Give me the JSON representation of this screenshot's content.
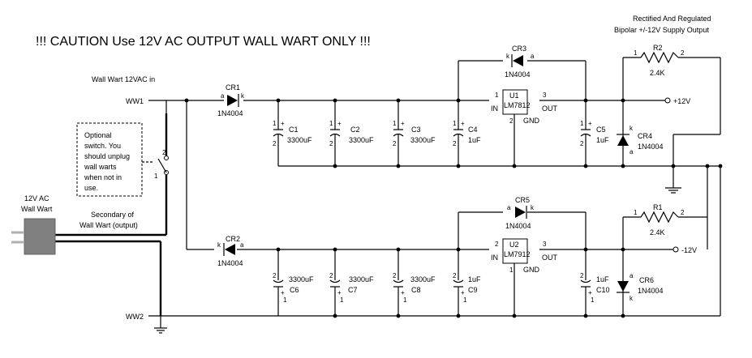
{
  "caution": "!!! CAUTION Use 12V AC OUTPUT WALL WART ONLY !!!",
  "header": {
    "line1": "Rectified And Regulated",
    "line2": "Bipolar +/-12V Supply Output"
  },
  "input": {
    "wallwart_in": "Wall Wart 12VAC in",
    "ww1": "WW1",
    "ww2": "WW2",
    "ac_line1": "12V AC",
    "ac_line2": "Wall Wart",
    "sec_line1": "Secondary of",
    "sec_line2": "Wall Wart (output)",
    "note": [
      "Optional",
      "switch. You",
      "should unplug",
      "wall warts",
      "when not in",
      "use."
    ]
  },
  "outputs": {
    "pos": "+12V",
    "neg": "-12V"
  },
  "components": {
    "cr1": {
      "ref": "CR1",
      "part": "1N4004"
    },
    "cr2": {
      "ref": "CR2",
      "part": "1N4004"
    },
    "cr3": {
      "ref": "CR3",
      "part": "1N4004"
    },
    "cr4": {
      "ref": "CR4",
      "part": "1N4004"
    },
    "cr5": {
      "ref": "CR5",
      "part": "1N4004"
    },
    "cr6": {
      "ref": "CR6",
      "part": "1N4004"
    },
    "c1": {
      "ref": "C1",
      "value": "3300uF"
    },
    "c2": {
      "ref": "C2",
      "value": "3300uF"
    },
    "c3": {
      "ref": "C3",
      "value": "3300uF"
    },
    "c4": {
      "ref": "C4",
      "value": "1uF"
    },
    "c5": {
      "ref": "C5",
      "value": "1uF"
    },
    "c6": {
      "ref": "C6",
      "value": "3300uF"
    },
    "c7": {
      "ref": "C7",
      "value": "3300uF"
    },
    "c8": {
      "ref": "C8",
      "value": "3300uF"
    },
    "c9": {
      "ref": "C9",
      "value": "1uF"
    },
    "c10": {
      "ref": "C10",
      "value": "1uF"
    },
    "u1": {
      "ref": "U1",
      "part": "LM7812",
      "in": "IN",
      "out": "OUT",
      "gnd": "GND"
    },
    "u2": {
      "ref": "U2",
      "part": "LM7912",
      "in": "IN",
      "out": "OUT",
      "gnd": "GND"
    },
    "r1": {
      "ref": "R1",
      "value": "2.4K"
    },
    "r2": {
      "ref": "R2",
      "value": "2.4K"
    }
  },
  "pins": {
    "a": "a",
    "k": "k",
    "p1": "1",
    "p2": "2",
    "p3": "3",
    "plus": "+"
  }
}
